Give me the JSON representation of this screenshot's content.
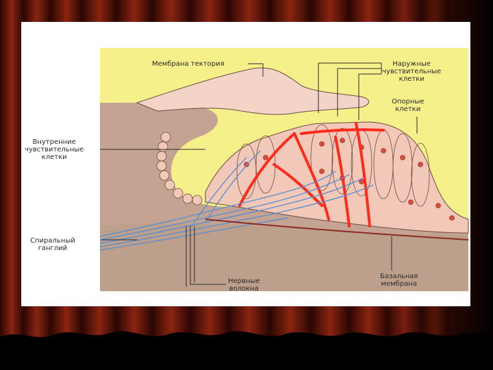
{
  "labels": {
    "tectorial_membrane": "Мембрана тектория",
    "outer_hair_cells": [
      "Наружные",
      "чувствительные",
      "клетки"
    ],
    "supporting_cells": [
      "Опорные",
      "клетки"
    ],
    "inner_hair_cells": [
      "Внутренние",
      "чувствительные",
      "клетки"
    ],
    "spiral_ganglion": [
      "Спиральный",
      "ганглий"
    ],
    "nerve_fibers": [
      "Нервные",
      "волокна"
    ],
    "basilar_membrane": [
      "Базальная",
      "мембрана"
    ]
  },
  "colors": {
    "slide_background": "#3a0b06",
    "curtain_red": "#7a1a0c",
    "diagram_background": "#f6f08a",
    "tissue": "#c9a79a",
    "cells": "#f2c8b9",
    "blood_vessels": "#ff2a1a",
    "nerve_fibers": "#5b8fd0"
  }
}
